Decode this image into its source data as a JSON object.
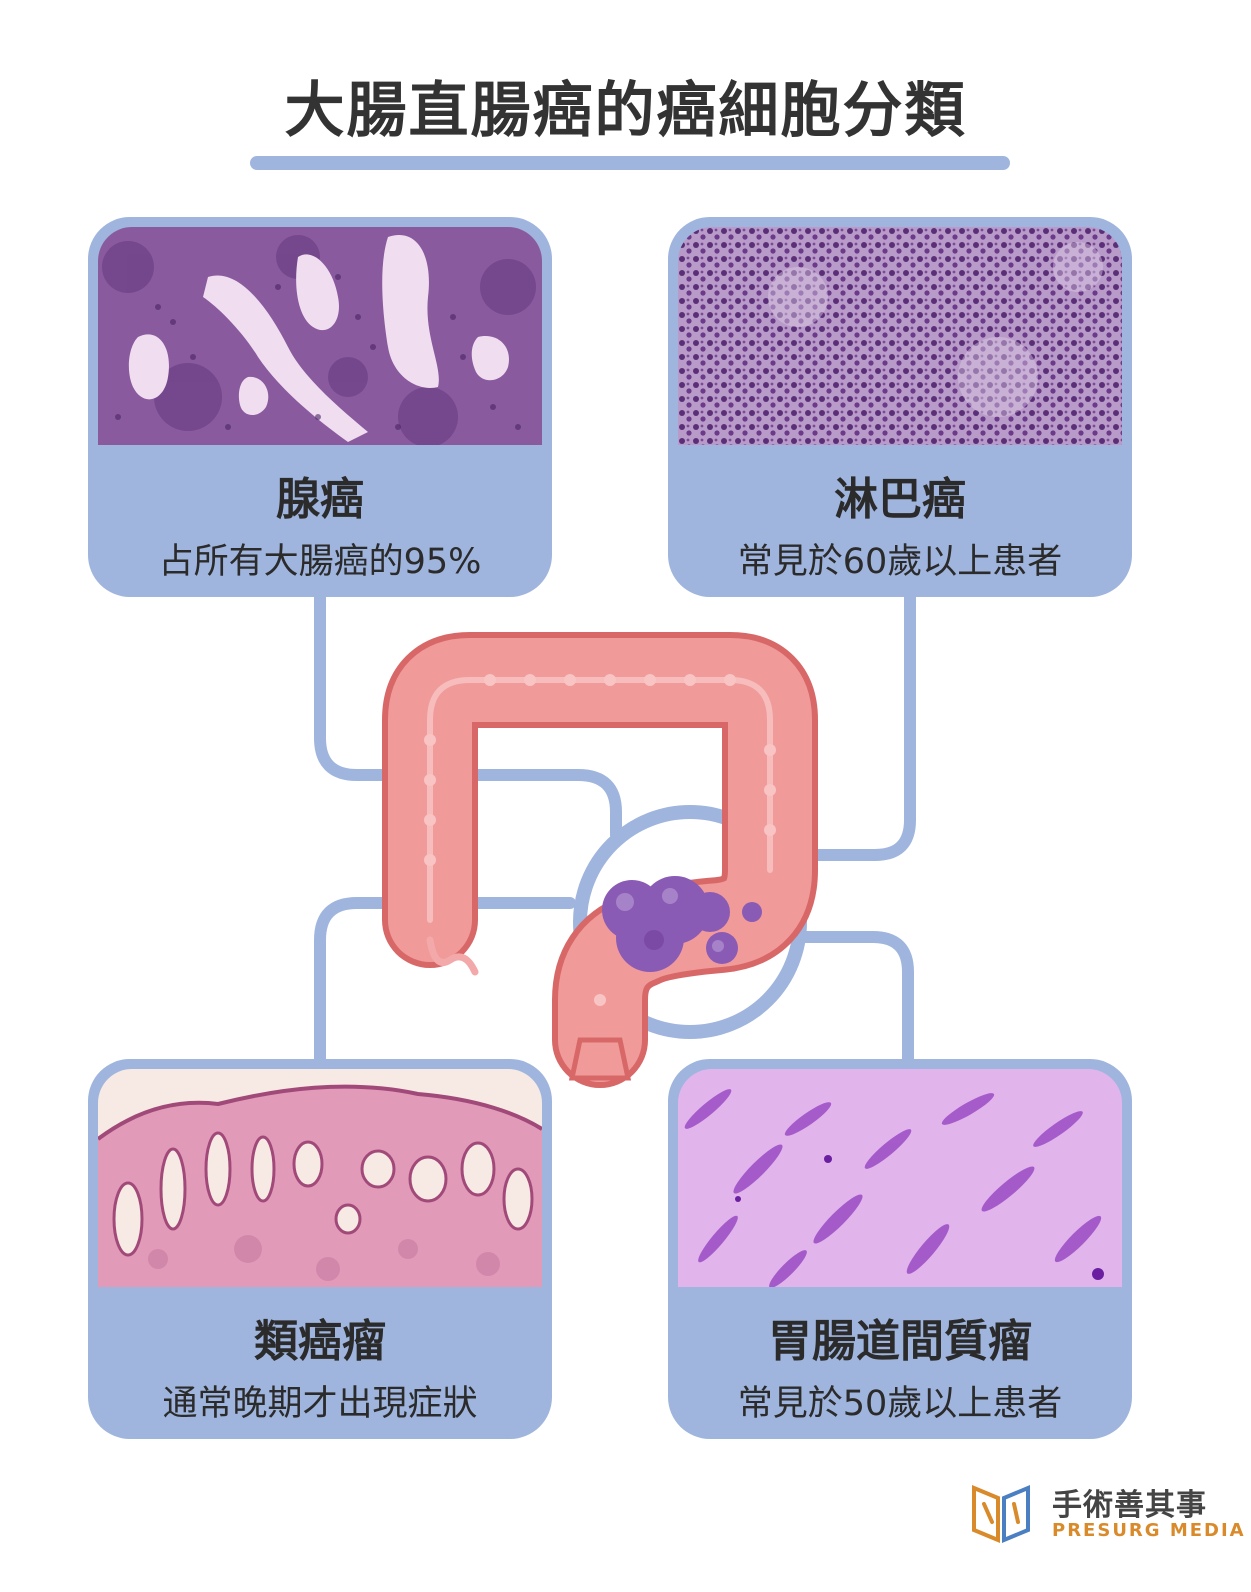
{
  "title": "大腸直腸癌的癌細胞分類",
  "colors": {
    "card_blue": "#9fb5de",
    "colon_pink": "#f19a9a",
    "tumor_purple": "#8a5bb5"
  },
  "cards": {
    "top_left": {
      "name": "腺癌",
      "desc": "占所有大腸癌的95%"
    },
    "top_right": {
      "name": "淋巴癌",
      "desc": "常見於60歲以上患者"
    },
    "bottom_left": {
      "name": "類癌瘤",
      "desc": "通常晚期才出現症狀"
    },
    "bottom_right": {
      "name": "胃腸道間質瘤",
      "desc": "常見於50歲以上患者"
    }
  },
  "center_icon": "colon-with-tumor-icon",
  "logo": {
    "name": "手術善其事",
    "english": "PRESURG MEDIA",
    "icon": "presurg-logo-icon"
  }
}
